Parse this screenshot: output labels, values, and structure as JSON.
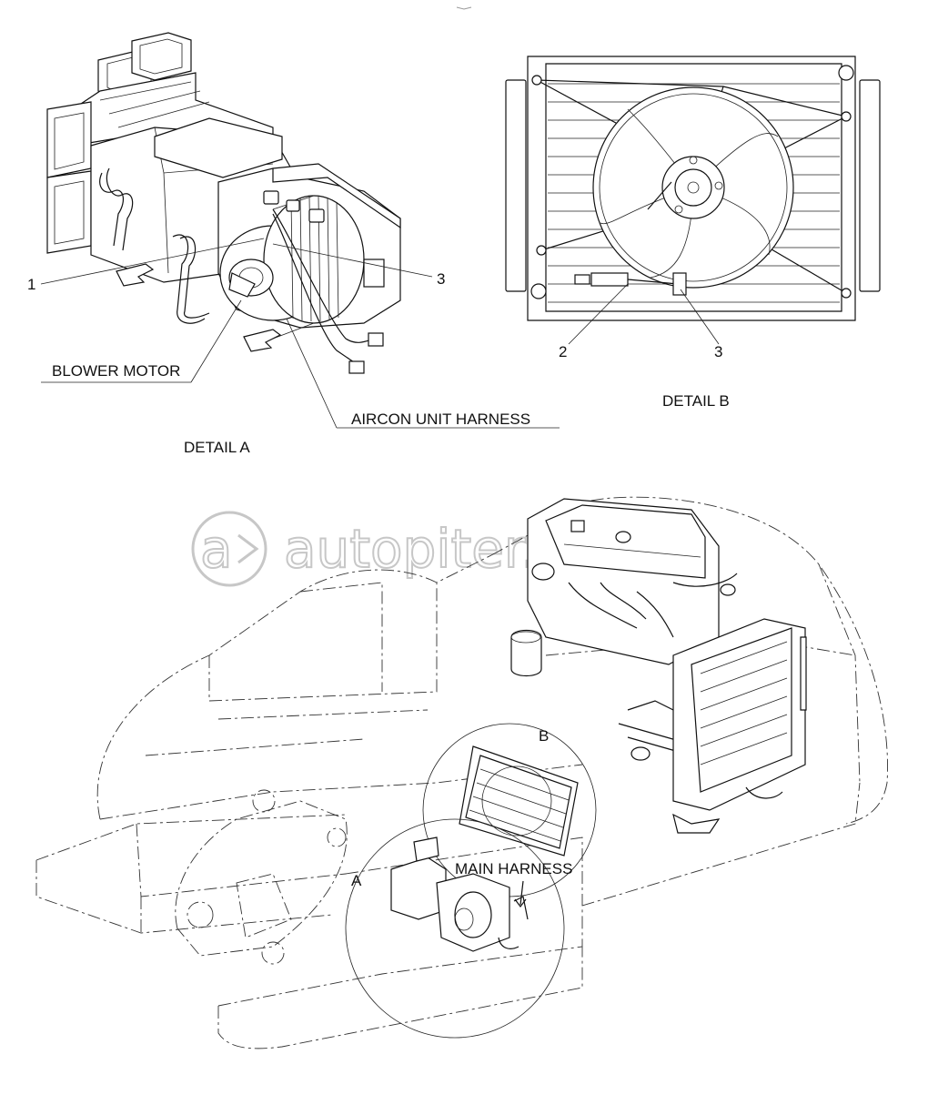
{
  "labels": {
    "blower_motor": "BLOWER MOTOR",
    "aircon_unit_harness": "AIRCON UNIT HARNESS",
    "detail_a": "DETAIL  A",
    "detail_b": "DETAIL  B",
    "main_harness": "MAIN HARNESS",
    "callout_a": "A",
    "callout_b": "B"
  },
  "callouts": {
    "a_1": "1",
    "a_3": "3",
    "b_2": "2",
    "b_3": "3"
  },
  "watermark": {
    "text": "autopiter.ru"
  },
  "colors": {
    "line": "#111111",
    "watermark": "#c7c7c7",
    "background": "#ffffff"
  }
}
